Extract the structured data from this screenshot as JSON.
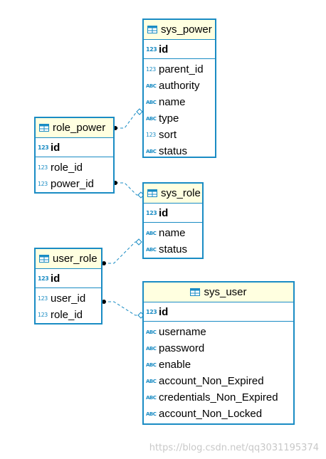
{
  "tables": {
    "sys_power": {
      "name": "sys_power",
      "pk": "id",
      "columns": [
        "parent_id",
        "authority",
        "name",
        "type",
        "sort",
        "status"
      ],
      "types": [
        "123",
        "ABC",
        "ABC",
        "ABC",
        "123",
        "ABC"
      ]
    },
    "role_power": {
      "name": "role_power",
      "pk": "id",
      "columns": [
        "role_id",
        "power_id"
      ],
      "types": [
        "123",
        "123"
      ]
    },
    "sys_role": {
      "name": "sys_role",
      "pk": "id",
      "columns": [
        "name",
        "status"
      ],
      "types": [
        "ABC",
        "ABC"
      ]
    },
    "user_role": {
      "name": "user_role",
      "pk": "id",
      "columns": [
        "user_id",
        "role_id"
      ],
      "types": [
        "123",
        "123"
      ]
    },
    "sys_user": {
      "name": "sys_user",
      "pk": "id",
      "columns": [
        "username",
        "password",
        "enable",
        "account_Non_Expired",
        "credentials_Non_Expired",
        "account_Non_Locked"
      ],
      "types": [
        "ABC",
        "ABC",
        "ABC",
        "ABC",
        "ABC",
        "ABC"
      ]
    }
  },
  "watermark": "https://blog.csdn.net/qq3031195374",
  "colors": {
    "border": "#1a8cc4",
    "header_bg": "#ffffe0"
  }
}
